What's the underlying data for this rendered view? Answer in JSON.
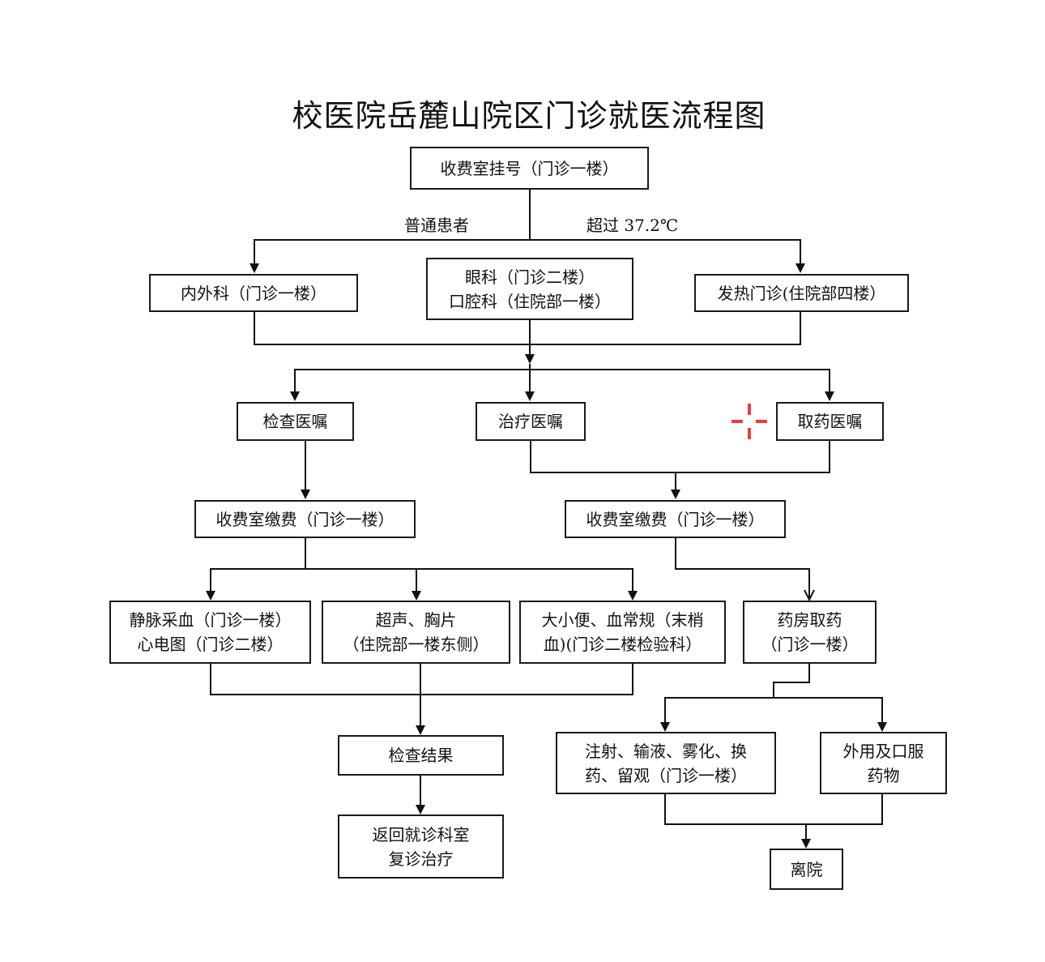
{
  "title": "校医院岳麓山院区门诊就医流程图",
  "labels": {
    "normal": "普通患者",
    "fever": "超过 37.2℃"
  },
  "nodes": {
    "registration": [
      "收费室挂号（门诊一楼）"
    ],
    "internal_surgery": [
      "内外科（门诊一楼）"
    ],
    "eye_dental": [
      "眼科（门诊二楼）",
      "口腔科（住院部一楼）"
    ],
    "fever_clinic": [
      "发热门诊(住院部四楼）"
    ],
    "exam_order": [
      "检查医嘱"
    ],
    "treatment_order": [
      "治疗医嘱"
    ],
    "medicine_order": [
      "取药医嘱"
    ],
    "payment_left": [
      "收费室缴费（门诊一楼）"
    ],
    "payment_right": [
      "收费室缴费（门诊一楼）"
    ],
    "blood_ecg": [
      "静脉采血（门诊一楼）",
      "心电图（门诊二楼）"
    ],
    "ultrasound": [
      "超声、胸片",
      "（住院部一楼东侧）"
    ],
    "lab": [
      "大小便、血常规（末梢",
      "血)(门诊二楼检验科）"
    ],
    "pharmacy": [
      "药房取药",
      "（门诊一楼）"
    ],
    "exam_result": [
      "检查结果"
    ],
    "return_clinic": [
      "返回就诊科室",
      "复诊治疗"
    ],
    "injection": [
      "注射、输液、雾化、换",
      "药、留观（门诊一楼）"
    ],
    "external_oral": [
      "外用及口服",
      "药物"
    ],
    "discharge": [
      "离院"
    ]
  },
  "cursor": {
    "icon": "crosshair-icon",
    "color": "#f03a3a"
  }
}
